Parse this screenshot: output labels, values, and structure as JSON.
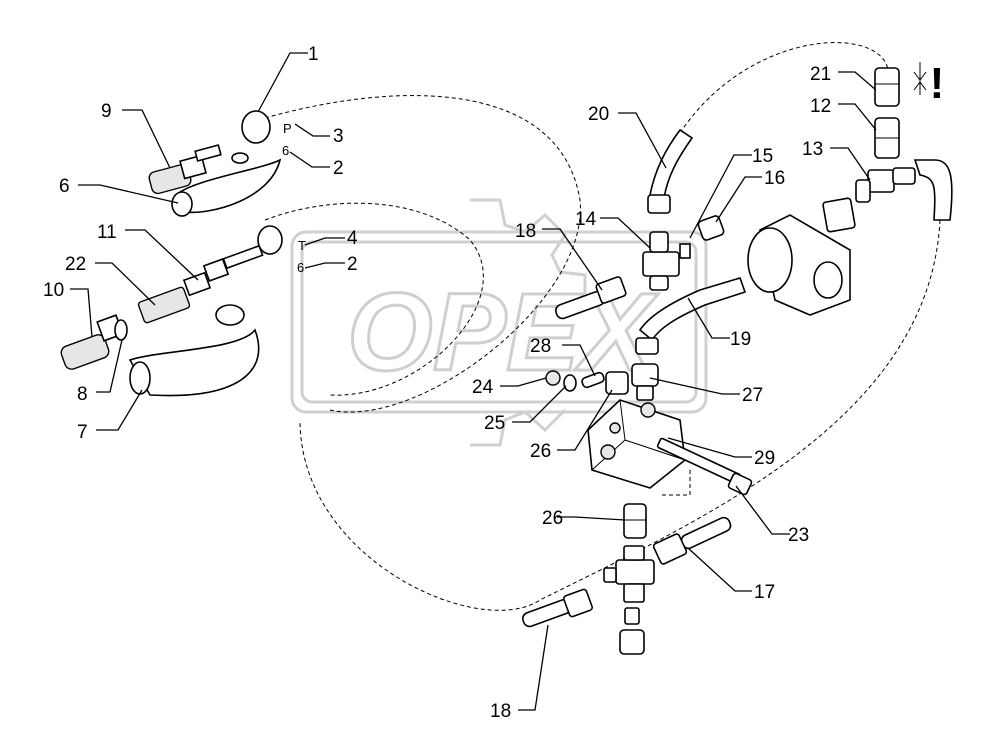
{
  "watermark": {
    "text": "OPEX"
  },
  "callouts": [
    {
      "text": "1"
    },
    {
      "text": "9"
    },
    {
      "text": "3"
    },
    {
      "text": "2"
    },
    {
      "text": "6"
    },
    {
      "text": "11"
    },
    {
      "text": "4"
    },
    {
      "text": "2"
    },
    {
      "text": "22"
    },
    {
      "text": "10"
    },
    {
      "text": "8"
    },
    {
      "text": "7"
    },
    {
      "text": "20"
    },
    {
      "text": "21"
    },
    {
      "text": "12"
    },
    {
      "text": "13"
    },
    {
      "text": "15"
    },
    {
      "text": "16"
    },
    {
      "text": "14"
    },
    {
      "text": "18"
    },
    {
      "text": "19"
    },
    {
      "text": "28"
    },
    {
      "text": "24"
    },
    {
      "text": "27"
    },
    {
      "text": "25"
    },
    {
      "text": "26"
    },
    {
      "text": "29"
    },
    {
      "text": "26"
    },
    {
      "text": "23"
    },
    {
      "text": "17"
    },
    {
      "text": "18"
    }
  ],
  "tags": {
    "p_tag": "P",
    "t_tag": "T",
    "six_a": "6",
    "six_b": "6"
  },
  "warning_symbol": "!"
}
